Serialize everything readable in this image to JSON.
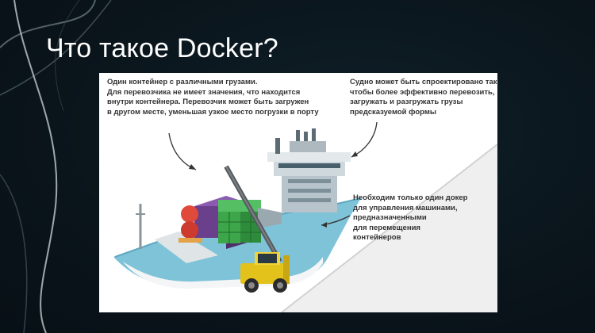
{
  "slide": {
    "title": "Что такое Docker?"
  },
  "captions": {
    "container_note": [
      "Один контейнер с различными грузами.",
      "Для перевозчика не имеет значения, что находится",
      "внутри контейнера. Перевозчик может быть загружен",
      "в другом месте, уменьшая узкое место погрузки в порту"
    ],
    "ship_note": [
      "Судно может быть спроектировано так,",
      "чтобы более эффективно перевозить,",
      "загружать и разгружать грузы",
      "предсказуемой формы"
    ],
    "dock_note": [
      "Необходим только один докер",
      "для управления машинами,",
      "предназначенными",
      "для перемещения",
      "контейнеров"
    ]
  },
  "colors": {
    "background": "#0b161d",
    "hull": "#7fc3d9",
    "container_green": "#3da64a",
    "container_purple": "#6a3f8c",
    "forklift": "#e3c21b"
  }
}
